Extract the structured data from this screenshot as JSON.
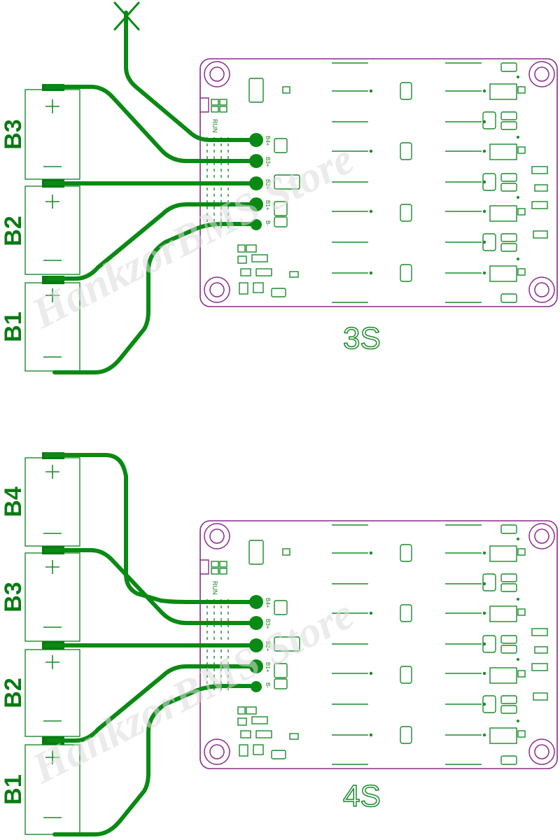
{
  "colors": {
    "trace": "#0a8a14",
    "outline": "#1a8a2a",
    "board": "#8a2a8a",
    "watermark": "#d8d8d8"
  },
  "watermark": "HankzorBMS Store",
  "diagrams": [
    {
      "config_label": "3S",
      "cells": [
        "B3",
        "B2",
        "B1"
      ],
      "battery_plus": "+",
      "battery_minus": "—",
      "pads": [
        "B4+",
        "B3+",
        "B2+",
        "B1+",
        "B-"
      ],
      "run_label": "RUN",
      "unused_wire_marker": "X"
    },
    {
      "config_label": "4S",
      "cells": [
        "B4",
        "B3",
        "B2",
        "B1"
      ],
      "battery_plus": "+",
      "battery_minus": "—",
      "pads": [
        "B4+",
        "B3+",
        "B2+",
        "B1+",
        "B-"
      ],
      "run_label": "RUN"
    }
  ]
}
